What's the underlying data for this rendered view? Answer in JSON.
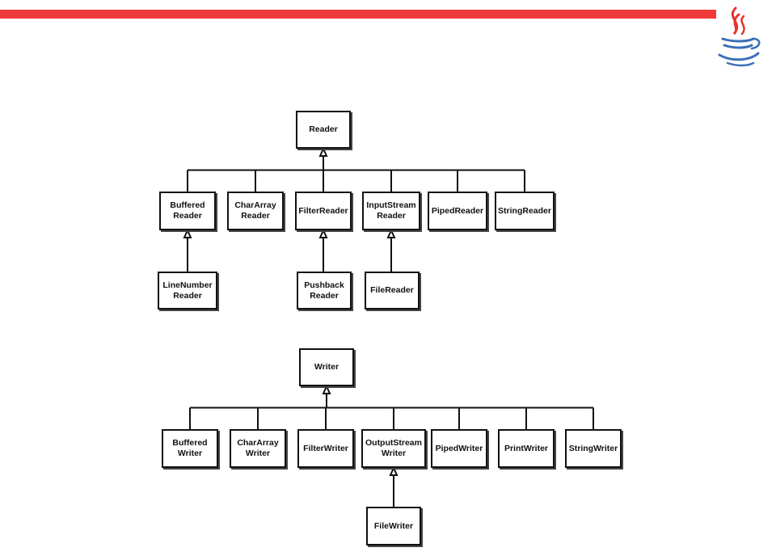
{
  "colors": {
    "top_bar": "#f03a3a",
    "logo_red": "#e8322e",
    "logo_blue": "#3a6fb7",
    "line": "#111111"
  },
  "logo": {
    "icon": "java-coffee-cup-icon"
  },
  "reader_hierarchy": {
    "root": "Reader",
    "children": [
      {
        "id": "buffered-reader",
        "label": "Buffered\nReader"
      },
      {
        "id": "chararray-reader",
        "label": "CharArray\nReader"
      },
      {
        "id": "filter-reader",
        "label": "FilterReader"
      },
      {
        "id": "inputstream-reader",
        "label": "InputStream\nReader"
      },
      {
        "id": "piped-reader",
        "label": "PipedReader"
      },
      {
        "id": "string-reader",
        "label": "StringReader"
      }
    ],
    "grandchildren": [
      {
        "id": "linenumber-reader",
        "label": "LineNumber\nReader",
        "parent": "buffered-reader"
      },
      {
        "id": "pushback-reader",
        "label": "Pushback\nReader",
        "parent": "filter-reader"
      },
      {
        "id": "file-reader",
        "label": "FileReader",
        "parent": "inputstream-reader"
      }
    ]
  },
  "writer_hierarchy": {
    "root": "Writer",
    "children": [
      {
        "id": "buffered-writer",
        "label": "Buffered\nWriter"
      },
      {
        "id": "chararray-writer",
        "label": "CharArray\nWriter"
      },
      {
        "id": "filter-writer",
        "label": "FilterWriter"
      },
      {
        "id": "outputstream-writer",
        "label": "OutputStream\nWriter"
      },
      {
        "id": "piped-writer",
        "label": "PipedWriter"
      },
      {
        "id": "print-writer",
        "label": "PrintWriter"
      },
      {
        "id": "string-writer",
        "label": "StringWriter"
      }
    ],
    "grandchildren": [
      {
        "id": "file-writer",
        "label": "FileWriter",
        "parent": "outputstream-writer"
      }
    ]
  }
}
